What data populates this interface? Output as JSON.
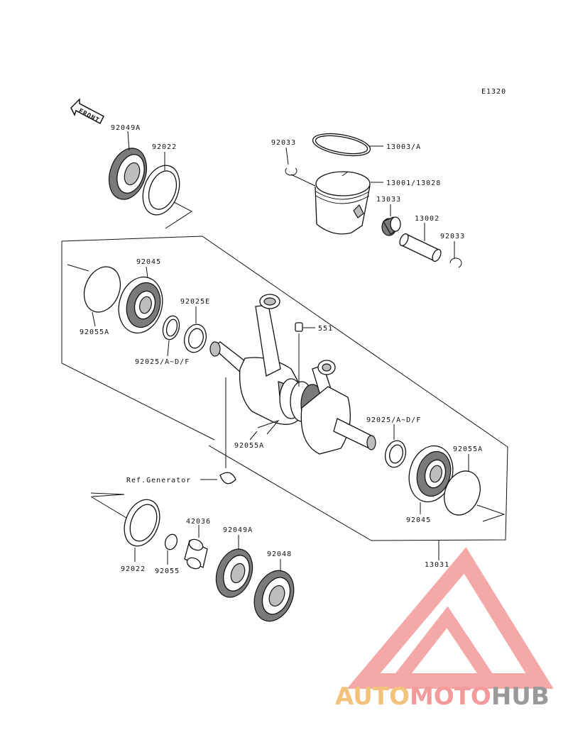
{
  "diagram_code": "E1320",
  "front_arrow": "FRONT",
  "colors": {
    "watermark_gold": "#f3c27c",
    "watermark_red": "#f39a9a",
    "watermark_gray": "#9a9a9a"
  },
  "labels": {
    "l_92049A_top": "92049A",
    "l_92022_top": "92022",
    "l_92033_left": "92033",
    "l_13003A": "13003/A",
    "l_13001": "13001/13028",
    "l_13033": "13033",
    "l_13002": "13002",
    "l_92033_right": "92033",
    "l_92045_left": "92045",
    "l_92025E": "92025E",
    "l_92055A_left": "92055A",
    "l_92025AF_left": "92025/A~D/F",
    "l_551": "551",
    "l_92055A_center": "92055A",
    "l_92025AF_right": "92025/A~D/F",
    "l_92055A_right": "92055A",
    "l_92045_right": "92045",
    "l_ref_generator": "Ref.Generator",
    "l_42036": "42036",
    "l_92049A_bottom": "92049A",
    "l_92048": "92048",
    "l_92022_bottom": "92022",
    "l_92055": "92055",
    "l_13031": "13031"
  },
  "watermark": {
    "part1": "AUTO",
    "part2": "MOTO",
    "part3": "HUB"
  }
}
